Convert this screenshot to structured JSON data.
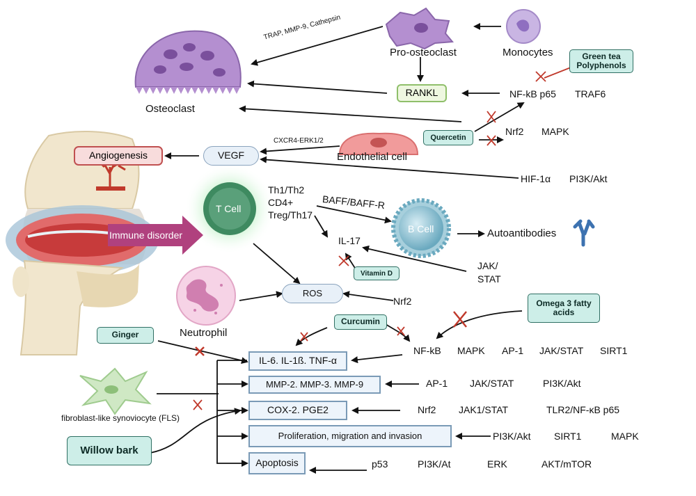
{
  "cells": {
    "osteoclast": "Osteoclast",
    "pro_osteoclast": "Pro-osteoclast",
    "monocytes": "Monocytes",
    "endothelial_cell": "Endothelial cell",
    "t_cell": "T Cell",
    "b_cell": "B Cell",
    "neutrophil": "Neutrophil",
    "fls": "fibroblast-like synoviocyte (FLS)"
  },
  "herbs": {
    "green_tea": "Green tea Polyphenols",
    "quercetin": "Quercetin",
    "vitamin_d": "Vitamin D",
    "curcumin": "Curcumin",
    "omega3": "Omega 3 fatty acids",
    "ginger": "Ginger",
    "willow_bark": "Willow bark"
  },
  "nodes": {
    "rankl": "RANKL",
    "vegf": "VEGF",
    "angiogenesis": "Angiogenesis",
    "ros": "ROS",
    "immune_disorder": "Immune disorder",
    "autoantibodies": "Autoantibodies",
    "il17": "IL-17"
  },
  "pathway_labels": {
    "trap": "TRAP, MMP-9, Cathepsin",
    "cxcr4": "CXCR4-ERK1/2",
    "baff": "BAFF/BAFF-R",
    "th1": "Th1/Th2",
    "cd4": "CD4+",
    "treg": "Treg/Th17"
  },
  "signals": {
    "nfkb_p65": "NF-kB p65",
    "traf6": "TRAF6",
    "nrf2_top": "Nrf2",
    "mapk_top": "MAPK",
    "hif": "HIF-1α",
    "pi3k_top": "PI3K/Akt",
    "jak": "JAK/",
    "stat": "STAT",
    "nrf2_ros": "Nrf2",
    "row1": [
      "NF-kB",
      "MAPK",
      "AP-1",
      "JAK/STAT",
      "SIRT1"
    ],
    "row2": [
      "AP-1",
      "JAK/STAT",
      "PI3K/Akt"
    ],
    "row3": [
      "Nrf2",
      "JAK1/STAT",
      "TLR2/NF-κB  p65"
    ],
    "row4": [
      "PI3K/Akt",
      "SIRT1",
      "MAPK"
    ],
    "row5": [
      "p53",
      "PI3K/At",
      "ERK",
      "AKT/mTOR"
    ]
  },
  "outcomes": {
    "cytokines": "IL-6. IL-1ß. TNF-α",
    "mmp": "MMP-2. MMP-3. MMP-9",
    "cox": "COX-2. PGE2",
    "prolif": "Proliferation, migration and invasion",
    "apoptosis": "Apoptosis"
  },
  "colors": {
    "arrow": "#111111",
    "inhibit_x": "#c0392b",
    "herb_fill": "#cdeee8",
    "osteoclast": "#b48fd0",
    "t_cell": "#5aa07a",
    "b_cell": "#7fb9cc",
    "immune_arrow": "#b0417e",
    "neutrophil": "#f3c2dd"
  }
}
